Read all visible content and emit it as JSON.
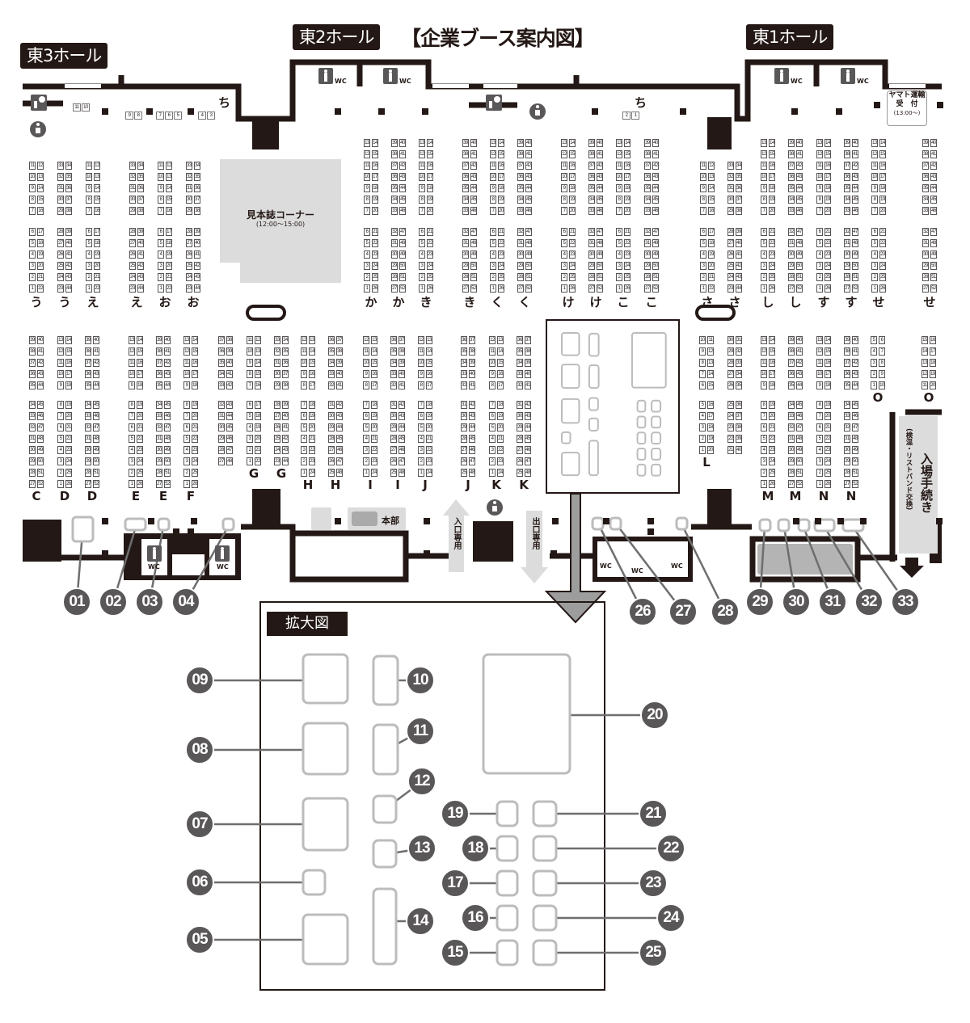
{
  "title": "【企業ブース案内図】",
  "halls": {
    "east3": "東3ホール",
    "east2": "東2ホール",
    "east1": "東1ホール"
  },
  "sample_corner": {
    "name": "見本誌コーナー",
    "hours": "(12:00〜15:00)"
  },
  "hq": "本部",
  "entrance_only": "入口専用",
  "exit_only": "出口専用",
  "entry_procedure": {
    "title": "入場手続き",
    "note": "(検温・リストバンド交換)"
  },
  "yamato": {
    "line1": "ヤマト運輸",
    "line2": "受　付",
    "line3": "(13:00〜)"
  },
  "wc": "WC",
  "enlarged_label": "拡大図",
  "wall_row_label": "ち",
  "wall_booths": [
    "11",
    "10",
    "9",
    "8",
    "7",
    "6",
    "5",
    "4",
    "3",
    "2",
    "1"
  ],
  "booth_columns": {
    "top_left": [
      [
        "う",
        11,
        11,
        5
      ],
      [
        "う",
        33,
        11,
        5
      ],
      [
        "え",
        11,
        11,
        5
      ],
      [
        "え",
        33,
        11,
        5
      ],
      [
        "お",
        11,
        11,
        5
      ],
      [
        "お",
        33,
        11,
        5
      ]
    ],
    "top_mid": [
      [
        "か",
        13,
        13,
        7
      ],
      [
        "か",
        39,
        13,
        7
      ],
      [
        "き",
        13,
        13,
        7
      ],
      [
        "き",
        39,
        13,
        7
      ],
      [
        "く",
        13,
        13,
        7
      ],
      [
        "く",
        39,
        13,
        7
      ],
      [
        "け",
        13,
        13,
        7
      ],
      [
        "け",
        39,
        13,
        7
      ],
      [
        "こ",
        13,
        13,
        7
      ],
      [
        "こ",
        39,
        13,
        7
      ]
    ],
    "top_right": [
      [
        "さ",
        11,
        11,
        5
      ],
      [
        "さ",
        33,
        11,
        5
      ],
      [
        "し",
        13,
        13,
        7
      ],
      [
        "し",
        39,
        13,
        7
      ],
      [
        "す",
        13,
        13,
        7
      ],
      [
        "す",
        39,
        13,
        7
      ],
      [
        "せ",
        13,
        13,
        7
      ],
      [
        "せ",
        39,
        13,
        7
      ]
    ],
    "bottom_left": [
      [
        "C",
        39,
        13,
        5
      ],
      [
        "D",
        13,
        13,
        5
      ],
      [
        "D",
        39,
        13,
        5
      ],
      [
        "E",
        13,
        13,
        5
      ],
      [
        "E",
        39,
        13,
        5
      ],
      [
        "F",
        13,
        13,
        5
      ],
      [
        "",
        37,
        11,
        5
      ],
      [
        "G",
        11,
        11,
        5
      ],
      [
        "G",
        33,
        11,
        5
      ],
      [
        "H",
        12,
        12,
        5
      ],
      [
        "H",
        36,
        12,
        5
      ],
      [
        "I",
        12,
        12,
        5
      ],
      [
        "I",
        36,
        12,
        5
      ],
      [
        "J",
        12,
        12,
        5
      ],
      [
        "J",
        36,
        12,
        5
      ],
      [
        "K",
        12,
        12,
        5
      ],
      [
        "K",
        36,
        12,
        5
      ]
    ],
    "bottom_right": [
      [
        "L",
        10,
        10,
        5
      ],
      [
        "",
        30,
        10,
        5
      ],
      [
        "M",
        13,
        13,
        5
      ],
      [
        "M",
        39,
        13,
        5
      ],
      [
        "N",
        13,
        13,
        5
      ],
      [
        "N",
        39,
        13,
        5
      ],
      [
        "O",
        5,
        5,
        5
      ],
      [
        "O",
        15,
        5,
        5
      ]
    ]
  },
  "callouts_main": [
    "01",
    "02",
    "03",
    "04",
    "26",
    "27",
    "28",
    "29",
    "30",
    "31",
    "32",
    "33"
  ],
  "callouts_enlarged": [
    "05",
    "06",
    "07",
    "08",
    "09",
    "10",
    "11",
    "12",
    "13",
    "14",
    "15",
    "16",
    "17",
    "18",
    "19",
    "20",
    "21",
    "22",
    "23",
    "24",
    "25"
  ],
  "colors": {
    "wall": "#231815",
    "callout": "#595757",
    "booth_outline": "#bcbcbc",
    "panel": "#dcdcdc"
  }
}
